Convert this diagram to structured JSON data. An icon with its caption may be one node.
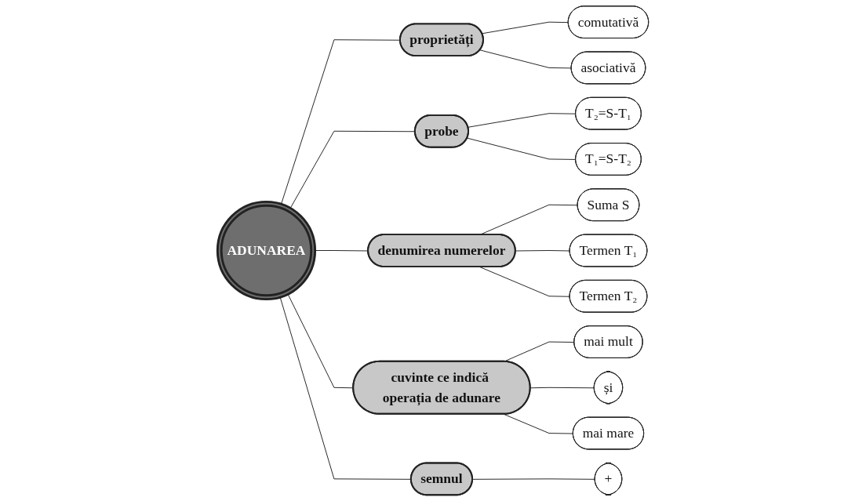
{
  "diagram": {
    "nodes": [
      {
        "text": [
          "comutativă"
        ]
      },
      {
        "text": [
          "asociativă"
        ]
      },
      {
        "text": [
          "proprietăți"
        ]
      },
      {
        "text": [
          "Suma S"
        ]
      },
      {
        "text": [
          "T₂=S-T₁"
        ]
      },
      {
        "text": [
          "probe"
        ]
      },
      {
        "text": [
          "denumirea numerelor"
        ]
      },
      {
        "text": [
          "Termen T₁"
        ]
      },
      {
        "text": [
          "ADUNAREA"
        ]
      },
      {
        "text": [
          "T₁=S-T₂"
        ]
      },
      {
        "text": [
          "Termen T₂"
        ]
      },
      {
        "text": [
          "cuvinte ce indică operația de adunare"
        ]
      },
      {
        "text": [
          "semnul"
        ]
      },
      {
        "text": [
          "mai mult"
        ]
      },
      {
        "text": [
          "+"
        ]
      },
      {
        "text": [
          "și"
        ]
      },
      {
        "text": [
          "mai mare"
        ]
      }
    ],
    "edges": [
      {
        "from": 8,
        "to": 2,
        "arrow": "none"
      },
      {
        "from": 2,
        "to": 0,
        "arrow": "none"
      },
      {
        "from": 2,
        "to": 1,
        "arrow": "none"
      },
      {
        "from": 8,
        "to": 5,
        "arrow": "none"
      },
      {
        "from": 5,
        "to": 4,
        "arrow": "none"
      },
      {
        "from": 5,
        "to": 9,
        "arrow": "none"
      },
      {
        "from": 8,
        "to": 6,
        "arrow": "none"
      },
      {
        "from": 6,
        "to": 3,
        "arrow": "none"
      },
      {
        "from": 6,
        "to": 7,
        "arrow": "none"
      },
      {
        "from": 6,
        "to": 10,
        "arrow": "none"
      },
      {
        "from": 8,
        "to": 11,
        "arrow": "none"
      },
      {
        "from": 11,
        "to": 13,
        "arrow": "none"
      },
      {
        "from": 11,
        "to": 15,
        "arrow": "none"
      },
      {
        "from": 11,
        "to": 16,
        "arrow": "none"
      },
      {
        "from": 8,
        "to": 12,
        "arrow": "none"
      },
      {
        "from": 12,
        "to": 14,
        "arrow": "none"
      }
    ]
  }
}
